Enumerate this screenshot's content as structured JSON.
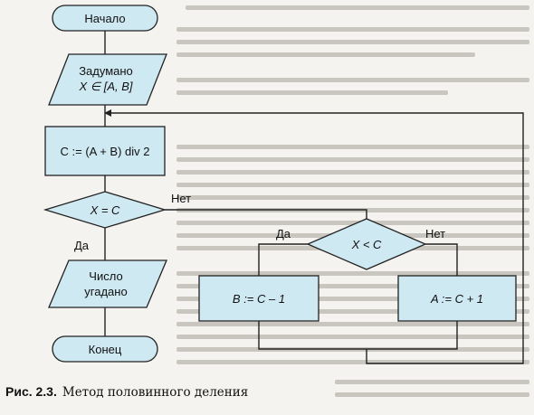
{
  "diagram": {
    "start": "Начало",
    "input_line1": "Задумано",
    "input_line2": "X ∈ [A, B]",
    "process_mid": "C := (A + B) div 2",
    "decision_eq": "X = C",
    "decision_eq_no": "Нет",
    "decision_eq_yes": "Да",
    "decision_lt": "X < C",
    "decision_lt_yes": "Да",
    "decision_lt_no": "Нет",
    "process_left": "B := C – 1",
    "process_right": "A := C + 1",
    "output_line1": "Число",
    "output_line2": "угадано",
    "end": "Конец"
  },
  "caption": {
    "figure": "Рис. 2.3.",
    "title": "Метод половинного деления"
  },
  "colors": {
    "shape_fill": "#cfe9f3",
    "stroke": "#222222",
    "page_background": "#f4f3f0"
  }
}
